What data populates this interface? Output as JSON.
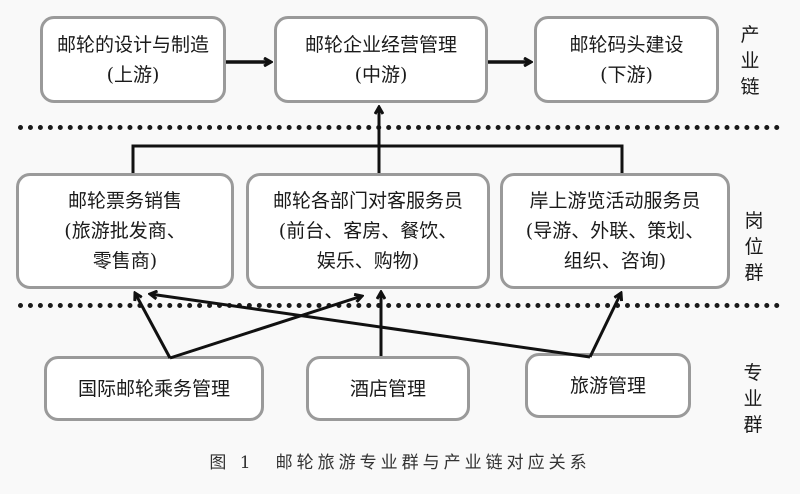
{
  "industry_chain": {
    "label": [
      "产",
      "业",
      "链"
    ],
    "boxes": [
      {
        "line1": "邮轮的设计与制造",
        "line2": "(上游)"
      },
      {
        "line1": "邮轮企业经营管理",
        "line2": "(中游)"
      },
      {
        "line1": "邮轮码头建设",
        "line2": "(下游)"
      }
    ]
  },
  "job_group": {
    "label": [
      "岗",
      "位",
      "群"
    ],
    "boxes": [
      {
        "line1": "邮轮票务销售",
        "line2": "(旅游批发商、",
        "line3": "零售商)"
      },
      {
        "line1": "邮轮各部门对客服务员",
        "line2": "(前台、客房、餐饮、",
        "line3": "娱乐、购物)"
      },
      {
        "line1": "岸上游览活动服务员",
        "line2": "(导游、外联、策划、",
        "line3": "组织、咨询)"
      }
    ]
  },
  "major_group": {
    "label": [
      "专",
      "业",
      "群"
    ],
    "boxes": [
      {
        "line1": "国际邮轮乘务管理"
      },
      {
        "line1": "酒店管理"
      },
      {
        "line1": "旅游管理"
      }
    ]
  },
  "caption": "图 1　邮轮旅游专业群与产业链对应关系"
}
